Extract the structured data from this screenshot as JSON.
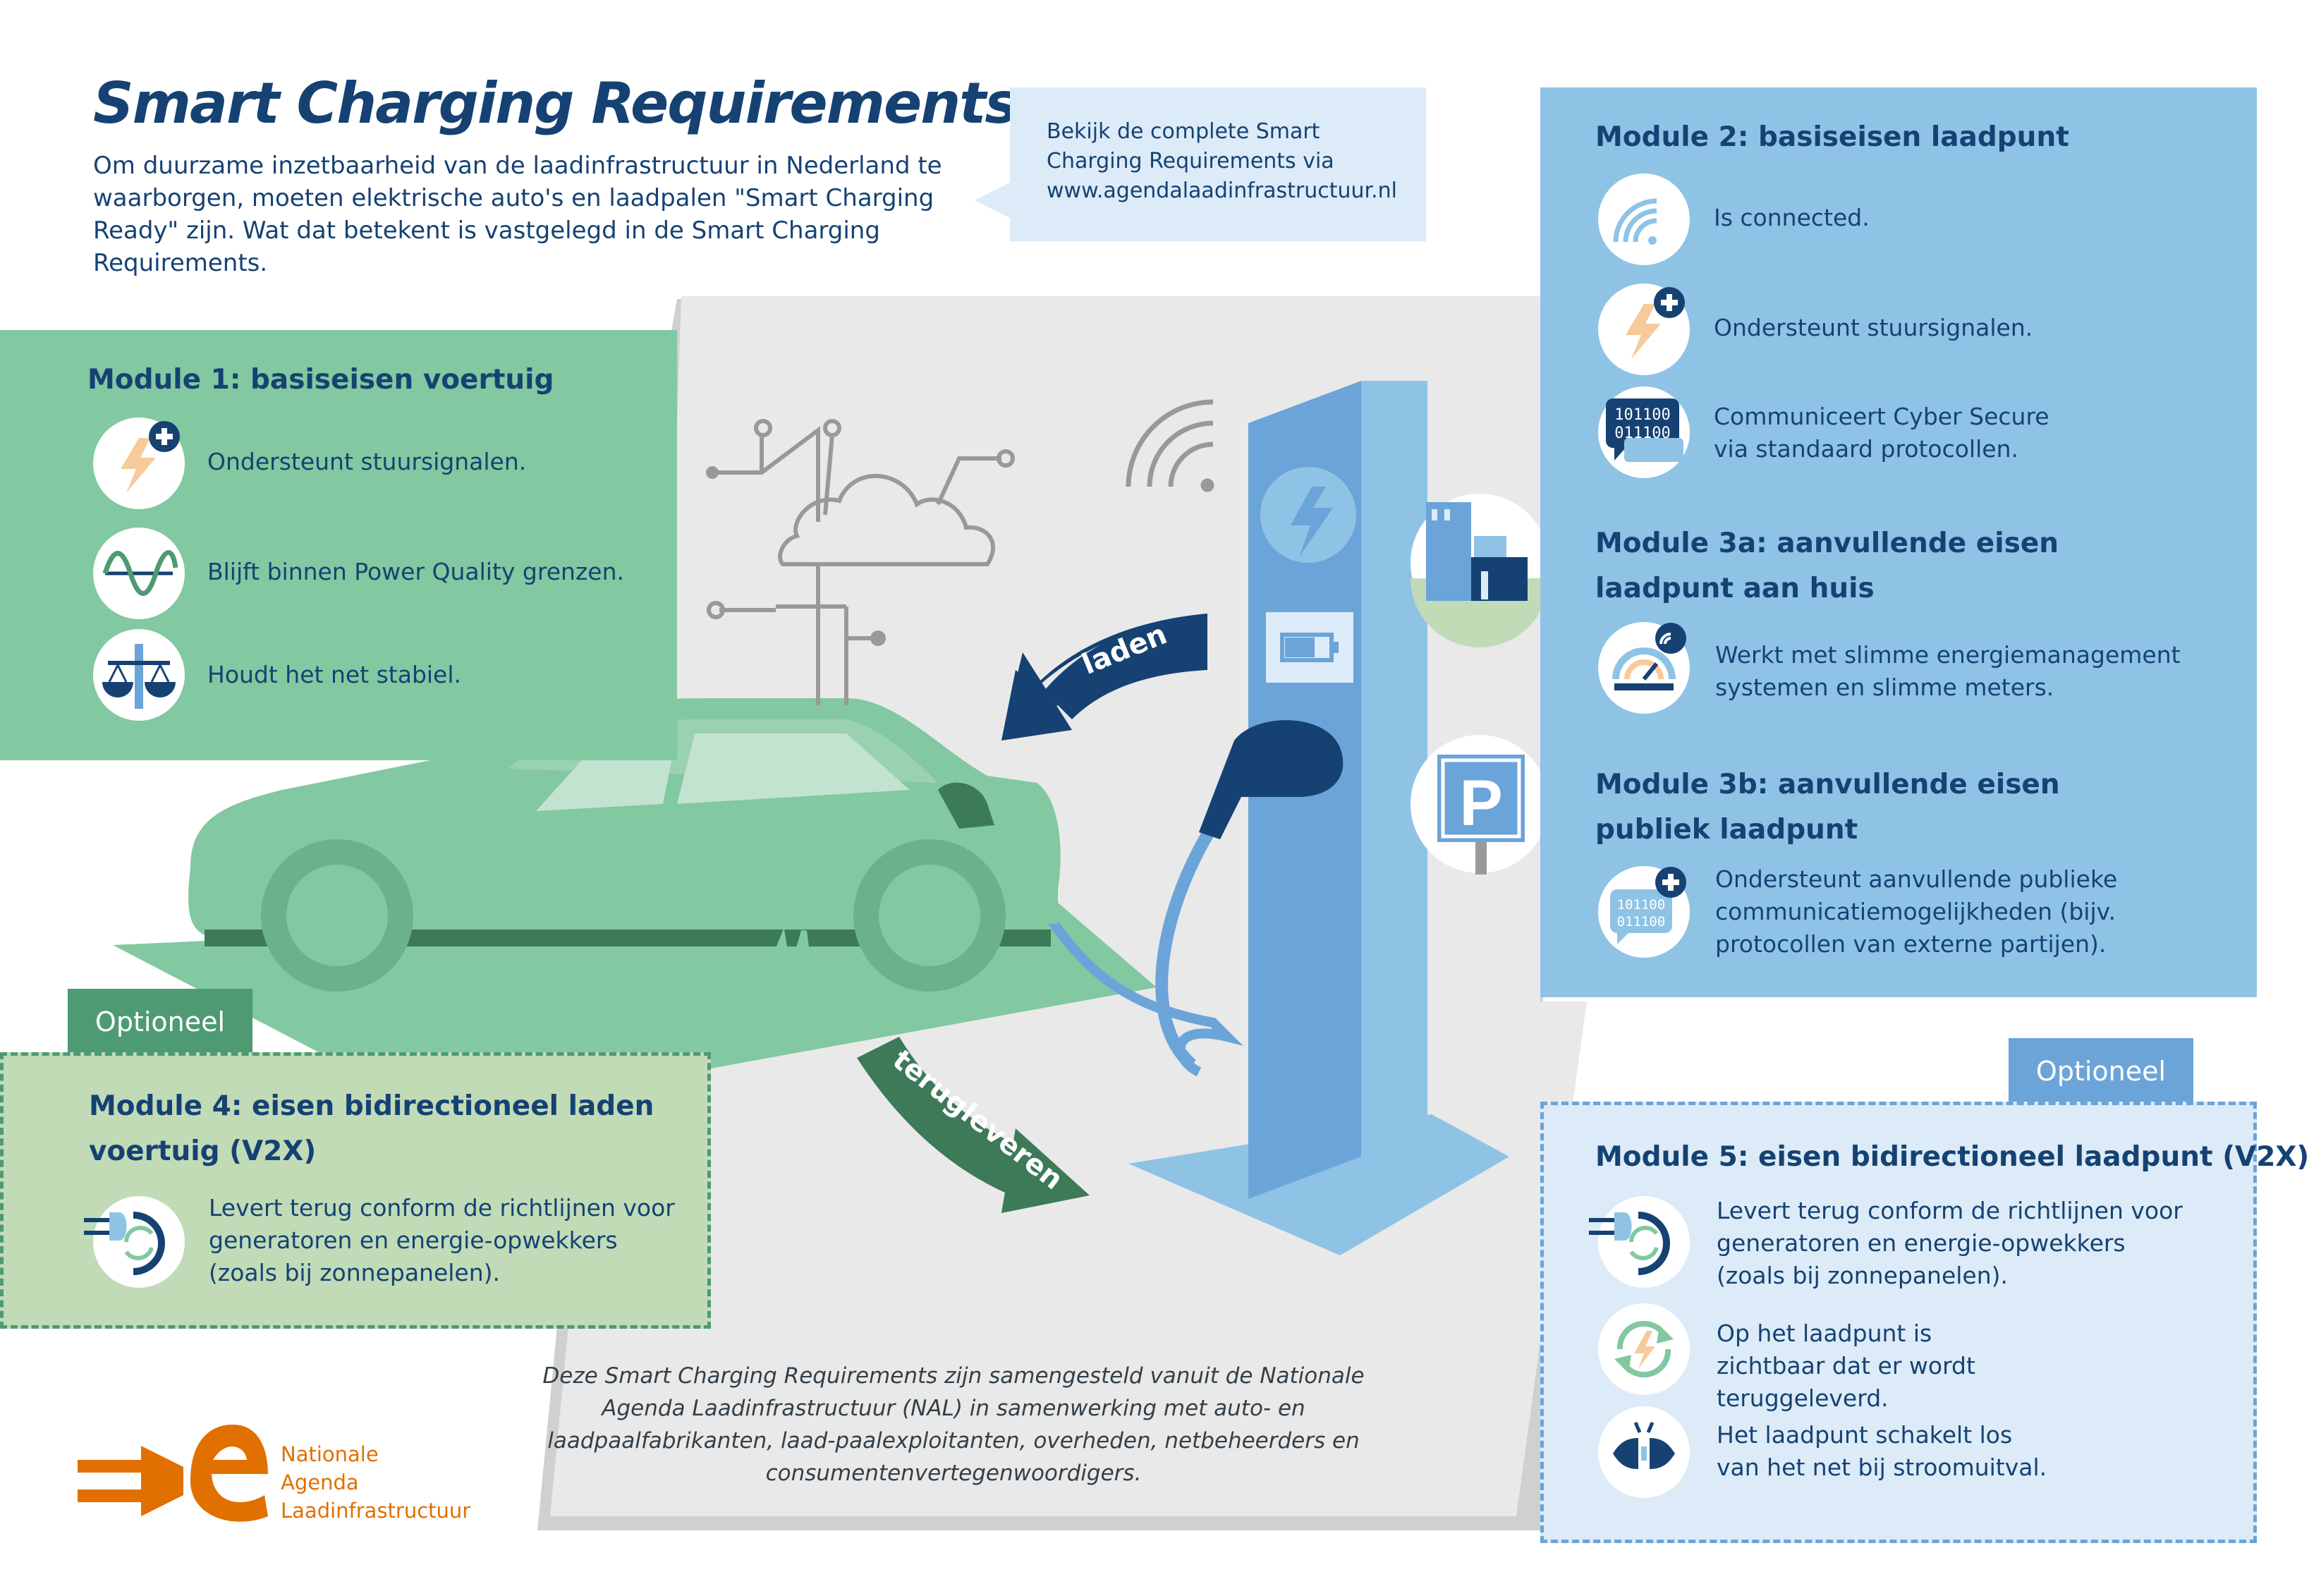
{
  "header": {
    "title": "Smart Charging Requirements",
    "intro": "Om duurzame inzetbaarheid van de laadinfrastructuur in Nederland te waarborgen, moeten elektrische auto's en laadpalen \"Smart Charging Ready\" zijn. Wat dat betekent is vastgelegd in de Smart Charging Requirements."
  },
  "callout": {
    "text": "Bekijk de complete Smart Charging Requirements via www.agendalaadinfrastructuur.nl"
  },
  "module1": {
    "heading": "Module 1: basiseisen voertuig",
    "items": [
      {
        "text": "Ondersteunt stuursignalen.",
        "icon": "lightning-plus-icon"
      },
      {
        "text": "Blijft binnen Power Quality grenzen.",
        "icon": "sine-wave-icon"
      },
      {
        "text": "Houdt het net stabiel.",
        "icon": "balance-scale-icon"
      }
    ]
  },
  "module2": {
    "heading": "Module 2: basiseisen laadpunt",
    "items": [
      {
        "text": "Is connected.",
        "icon": "wifi-icon"
      },
      {
        "text": "Ondersteunt stuursignalen.",
        "icon": "lightning-plus-icon"
      },
      {
        "text": "Communiceert Cyber Secure via standaard protocollen.",
        "icon": "binary-chat-icon"
      }
    ]
  },
  "module3a": {
    "heading_line1": "Module 3a: aanvullende eisen",
    "heading_line2": "laadpunt aan huis",
    "items": [
      {
        "text": "Werkt met slimme energiemanagement systemen en slimme meters.",
        "icon": "smart-meter-icon"
      }
    ]
  },
  "module3b": {
    "heading_line1": "Module 3b: aanvullende eisen",
    "heading_line2": "publiek laadpunt",
    "items": [
      {
        "text": "Ondersteunt aanvullende publieke communicatiemogelijkheden (bijv. protocollen van externe partijen).",
        "icon": "binary-chat-plus-icon"
      }
    ]
  },
  "module4": {
    "tag": "Optioneel",
    "heading_line1": "Module 4: eisen bidirectioneel laden",
    "heading_line2": "voertuig (V2X)",
    "items": [
      {
        "text": "Levert terug conform de richtlijnen voor generatoren en energie-opwekkers (zoals bij zonnepanelen).",
        "icon": "plug-cycle-icon"
      }
    ]
  },
  "module5": {
    "tag": "Optioneel",
    "heading": "Module 5: eisen bidirectioneel laadpunt (V2X)",
    "items": [
      {
        "text": "Levert terug conform de richtlijnen voor generatoren en energie-opwekkers (zoals bij zonnepanelen).",
        "icon": "plug-cycle-icon"
      },
      {
        "text": "Op het laadpunt is zichtbaar dat er wordt teruggeleverd.",
        "icon": "cycle-lightning-icon"
      },
      {
        "text": "Het laadpunt schakelt los van het net bij stroomuitval.",
        "icon": "unplug-icon"
      }
    ]
  },
  "arrows": {
    "charge": "laden",
    "return": "terugleveren"
  },
  "footer": {
    "note": "Deze Smart Charging Requirements zijn samengesteld vanuit de Nationale Agenda Laadinfrastructuur (NAL) in samenwerking met auto- en laadpaalfabrikanten, laad-paalexploitanten, overheden, netbeheerders en consumentenvertegenwoordigers.",
    "logo_line1": "Nationale",
    "logo_line2": "Agenda",
    "logo_line3": "Laadinfrastructuur"
  },
  "colors": {
    "navy": "#154273",
    "blue_panel": "#8ec3e6",
    "light_blue": "#dcebf7",
    "green_panel": "#82c8a0",
    "dark_green": "#4e9a73",
    "light_green": "#c1dbb7",
    "orange": "#e17000",
    "grey_floor": "#e9e9e9"
  }
}
